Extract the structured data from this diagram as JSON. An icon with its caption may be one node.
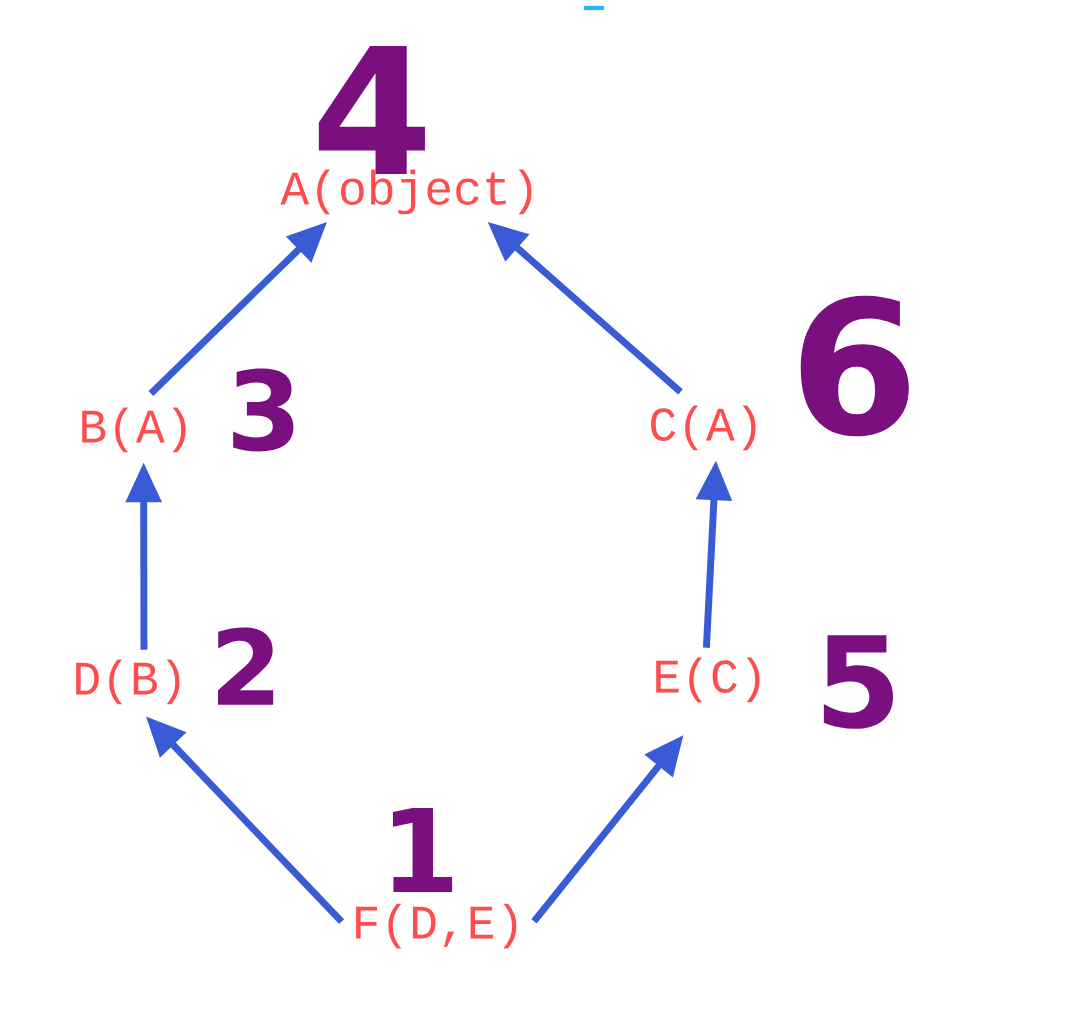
{
  "diagram": {
    "nodes": [
      {
        "text": [
          "A(object)"
        ],
        "beside": [
          "4"
        ]
      },
      {
        "text": [
          "B(A)"
        ],
        "beside": [
          "3"
        ]
      },
      {
        "text": [
          "C(A)"
        ],
        "beside": [
          "6"
        ]
      },
      {
        "text": [
          "D(B)"
        ],
        "beside": [
          "2"
        ]
      },
      {
        "text": [
          "E(C)"
        ],
        "beside": [
          "5"
        ]
      },
      {
        "text": [
          "F(D,E)"
        ],
        "beside": [
          "1"
        ]
      }
    ],
    "edges": [
      {
        "from": 5,
        "to": 3,
        "arrow": "to"
      },
      {
        "from": 5,
        "to": 4,
        "arrow": "to"
      },
      {
        "from": 3,
        "to": 1,
        "arrow": "to"
      },
      {
        "from": 4,
        "to": 2,
        "arrow": "to"
      },
      {
        "from": 1,
        "to": 0,
        "arrow": "to"
      },
      {
        "from": 2,
        "to": 0,
        "arrow": "to"
      }
    ]
  }
}
